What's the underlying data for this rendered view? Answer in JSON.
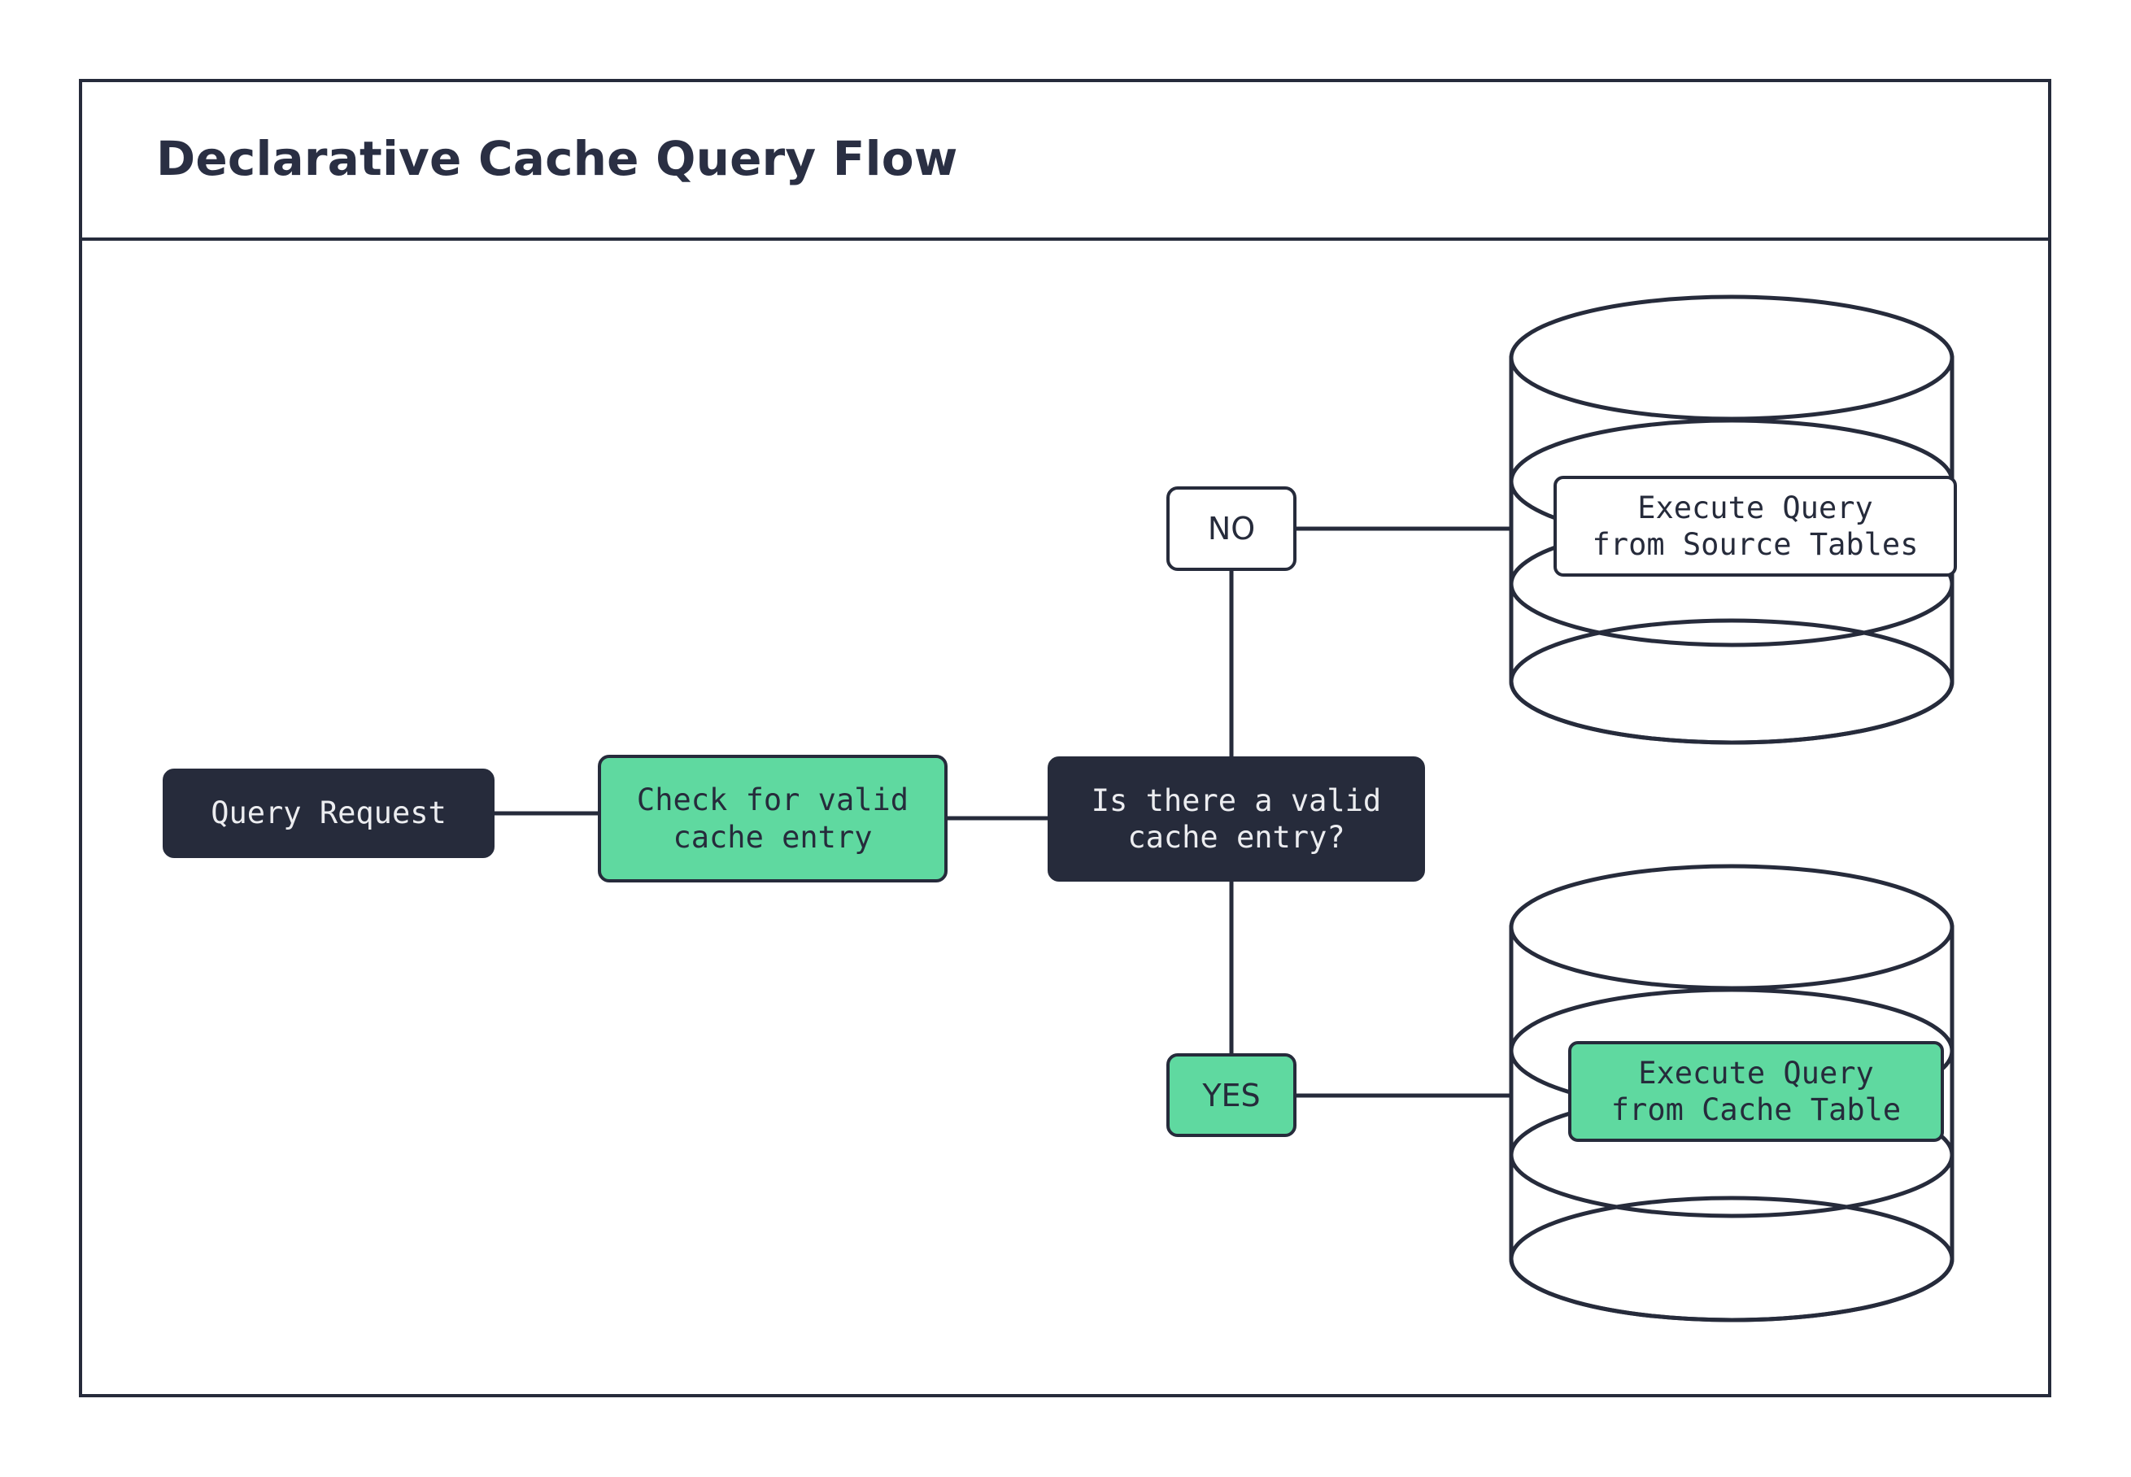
{
  "diagram": {
    "title": "Declarative Cache Query Flow",
    "accent_green": "#5FD9A0",
    "ink": "#262B3B",
    "paper": "#FFFFFF",
    "nodes": {
      "query_request": {
        "label": "Query Request",
        "shape": "rounded-rect",
        "fill": "dark"
      },
      "check_cache": {
        "label": "Check for valid\ncache entry",
        "shape": "rounded-rect",
        "fill": "green"
      },
      "decision": {
        "label": "Is there a valid\ncache entry?",
        "shape": "rounded-rect",
        "fill": "dark"
      },
      "source_db": {
        "label": "Execute Query\nfrom Source Tables",
        "shape": "cylinder",
        "fill": "white"
      },
      "cache_db": {
        "label": "Execute Query\nfrom Cache Table",
        "shape": "cylinder",
        "fill": "green"
      }
    },
    "edge_labels": {
      "no": {
        "label": "NO",
        "fill": "white"
      },
      "yes": {
        "label": "YES",
        "fill": "green"
      }
    }
  }
}
